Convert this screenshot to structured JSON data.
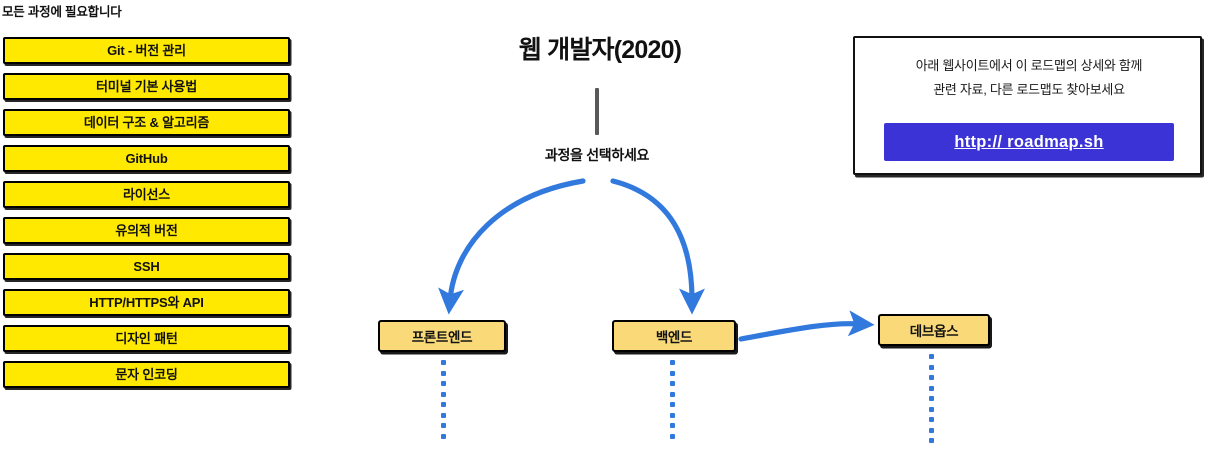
{
  "sidebar": {
    "heading": "모든 과정에 필요합니다",
    "items": [
      {
        "label": "Git - 버전 관리"
      },
      {
        "label": "터미널 기본 사용법"
      },
      {
        "label": "데이터 구조 & 알고리즘"
      },
      {
        "label": "GitHub"
      },
      {
        "label": "라이선스"
      },
      {
        "label": "유의적 버전"
      },
      {
        "label": "SSH"
      },
      {
        "label": "HTTP/HTTPS와 API"
      },
      {
        "label": "디자인 패턴"
      },
      {
        "label": "문자 인코딩"
      }
    ]
  },
  "flow": {
    "title": "웹 개발자(2020)",
    "subtitle": "과정을 선택하세요",
    "nodes": [
      {
        "label": "프론트엔드"
      },
      {
        "label": "백엔드"
      },
      {
        "label": "데브옵스"
      }
    ]
  },
  "info": {
    "line1": "아래 웹사이트에서 이 로드맵의 상세와 함께",
    "line2": "관련 자료, 다른 로드맵도 찾아보세요",
    "link_label": "http:// roadmap.sh"
  },
  "colors": {
    "topic_yellow": "#ffe900",
    "node_amber": "#f9d978",
    "arrow_blue": "#3279dd",
    "button_indigo": "#3c33d6",
    "stem_gray": "#595959",
    "outline_black": "#000000"
  }
}
